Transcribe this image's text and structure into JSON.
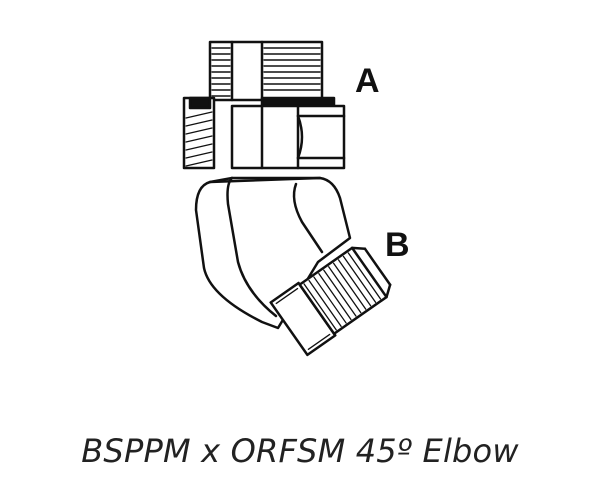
{
  "labels": {
    "a": "A",
    "b": "B"
  },
  "caption": "BSPPM x ORFSM 45º Elbow",
  "colors": {
    "stroke": "#111111",
    "fill": "#ffffff",
    "text": "#222222"
  }
}
